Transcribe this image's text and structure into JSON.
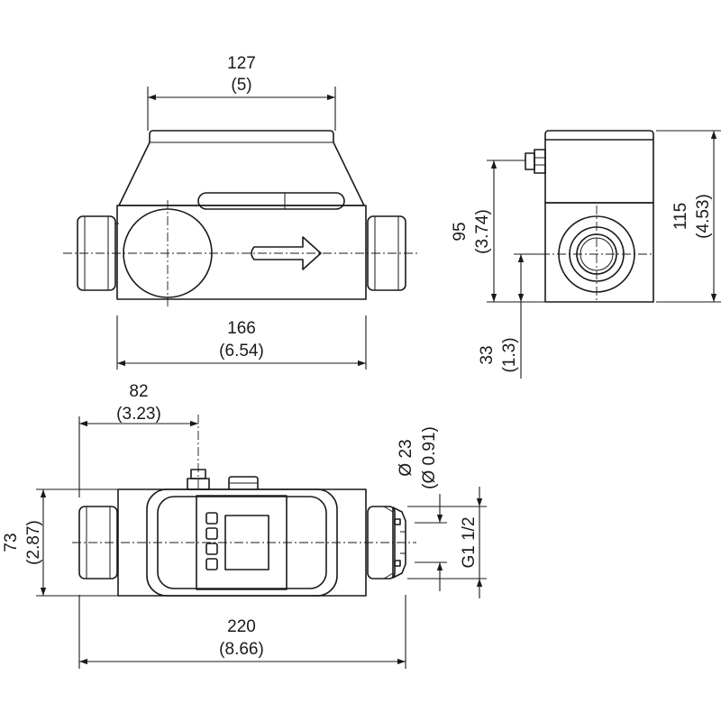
{
  "dimensions": {
    "top_width": {
      "value": "127",
      "alt": "(5)"
    },
    "bottom_width": {
      "value": "166",
      "alt": "(6.54)"
    },
    "height_95": {
      "value": "95",
      "alt": "(3.74)"
    },
    "height_115": {
      "value": "115",
      "alt": "(4.53)"
    },
    "height_33": {
      "value": "33",
      "alt": "(1.3)"
    },
    "offset_82": {
      "value": "82",
      "alt": "(3.23)"
    },
    "depth_73": {
      "value": "73",
      "alt": "(2.87)"
    },
    "length_220": {
      "value": "220",
      "alt": "(8.66)"
    },
    "diameter_23": {
      "value": "Ø 23",
      "alt": "(Ø 0.91)"
    },
    "thread": {
      "value": "G1 1/2"
    }
  }
}
